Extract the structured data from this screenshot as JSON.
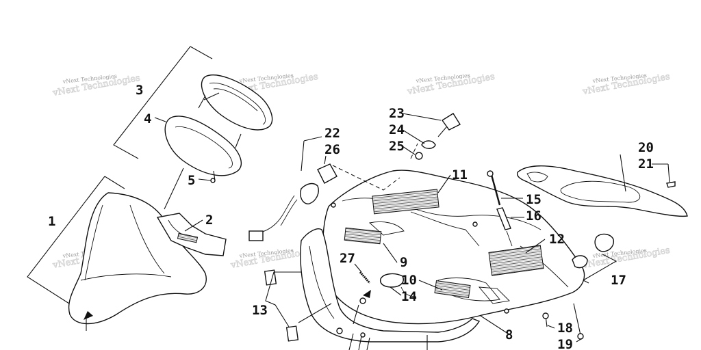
{
  "watermark": "vNext Technologies",
  "callouts": {
    "c1": "1",
    "c2": "2",
    "c3": "3",
    "c4": "4",
    "c5": "5",
    "c8": "8",
    "c9": "9",
    "c10": "10",
    "c11": "11",
    "c12": "12",
    "c13": "13",
    "c14": "14",
    "c15": "15",
    "c16": "16",
    "c17": "17",
    "c18": "18",
    "c19": "19",
    "c20": "20",
    "c21": "21",
    "c22": "22",
    "c23": "23",
    "c24": "24",
    "c25": "25",
    "c26": "26",
    "c27": "27"
  }
}
